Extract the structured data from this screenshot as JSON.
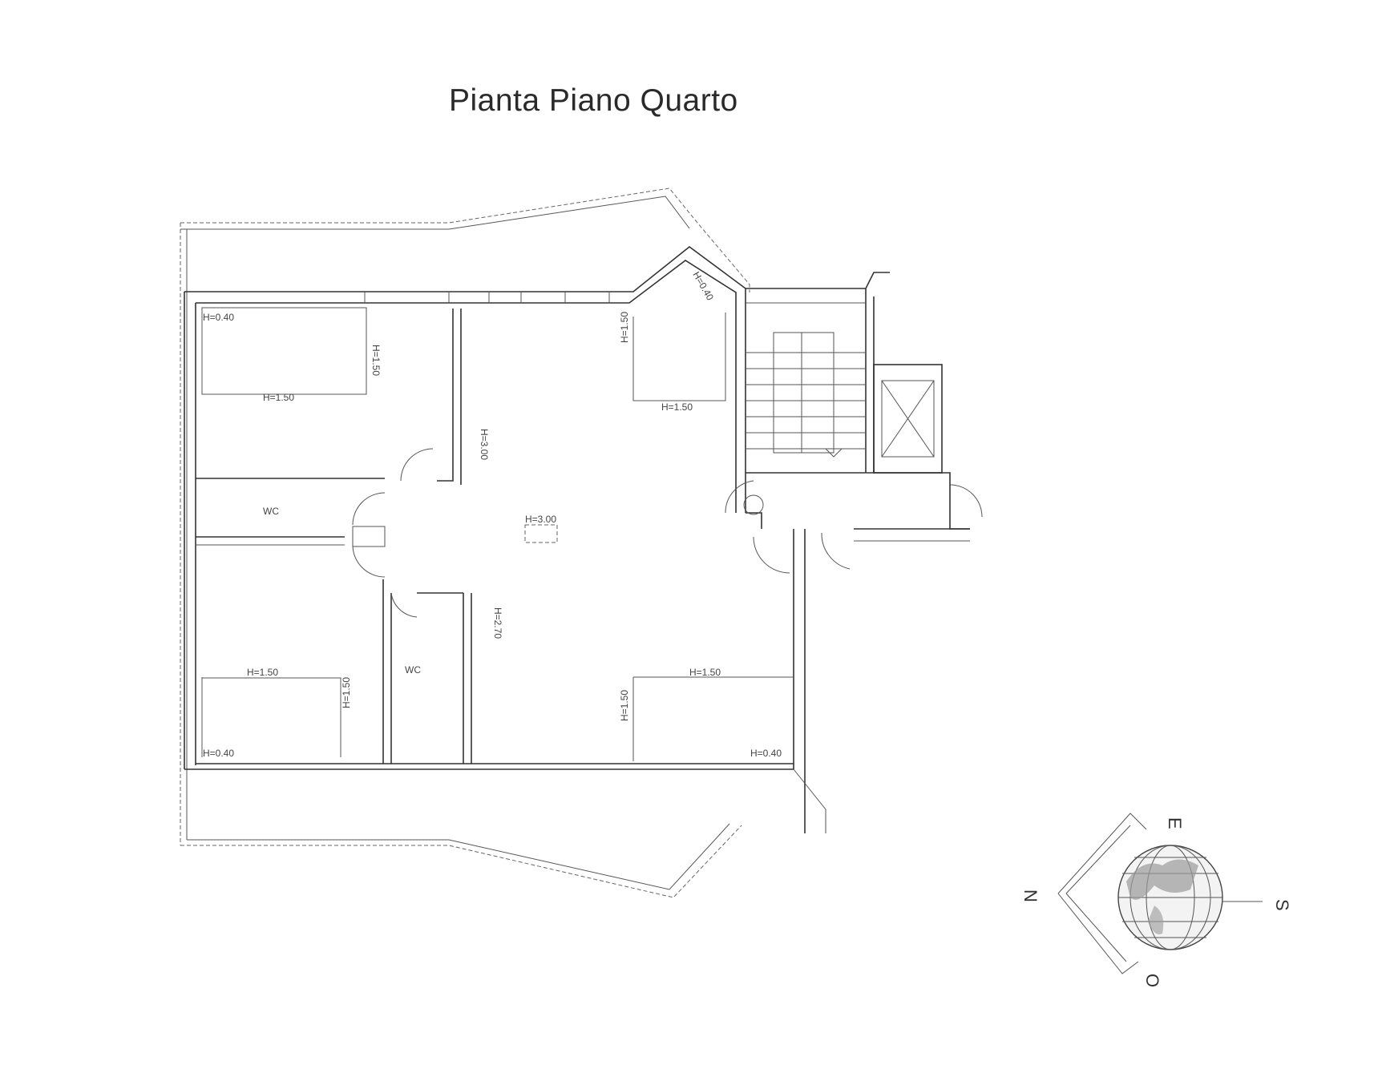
{
  "title": "Pianta Piano Quarto",
  "labels": {
    "h_040_tl": "H=0.40",
    "h_150_tl_v": "H=1.50",
    "h_150_tl_h": "H=1.50",
    "wc_top": "WC",
    "h_300_vert": "H=3.00",
    "h_300_center": "H=3.00",
    "h_270": "H=2.70",
    "h_040_bay": "H=0.40",
    "h_150_bay_v": "H=1.50",
    "h_150_bay_h": "H=1.50",
    "h_150_bl_h": "H=1.50",
    "h_150_bl_v": "H=1.50",
    "h_040_bl": "H=0.40",
    "wc_bottom": "WC",
    "h_150_br_h": "H=1.50",
    "h_150_br_v": "H=1.50",
    "h_040_br": "H=0.40"
  },
  "compass": {
    "north": "N",
    "east": "E",
    "south": "S",
    "west": "O"
  }
}
